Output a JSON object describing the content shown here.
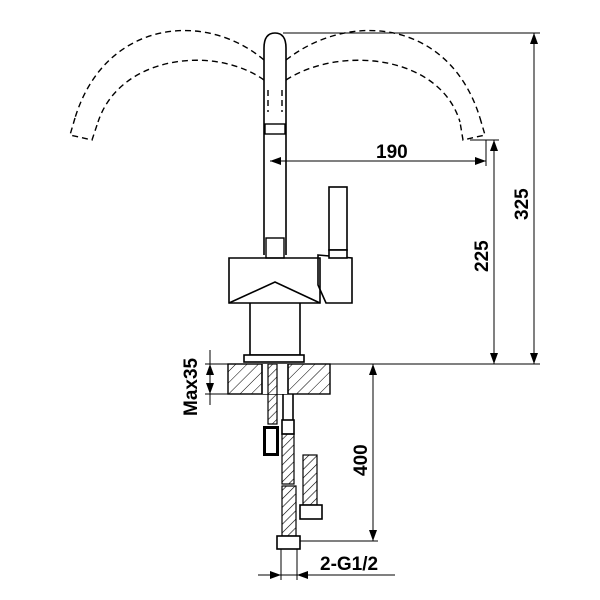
{
  "drawing": {
    "dimensions": {
      "reach": "190",
      "spout_height": "225",
      "total_height": "325",
      "max_thickness": "Max35",
      "hose_length": "400",
      "connection": "2-G1/2"
    },
    "colors": {
      "line": "#000000",
      "background": "#ffffff"
    }
  }
}
